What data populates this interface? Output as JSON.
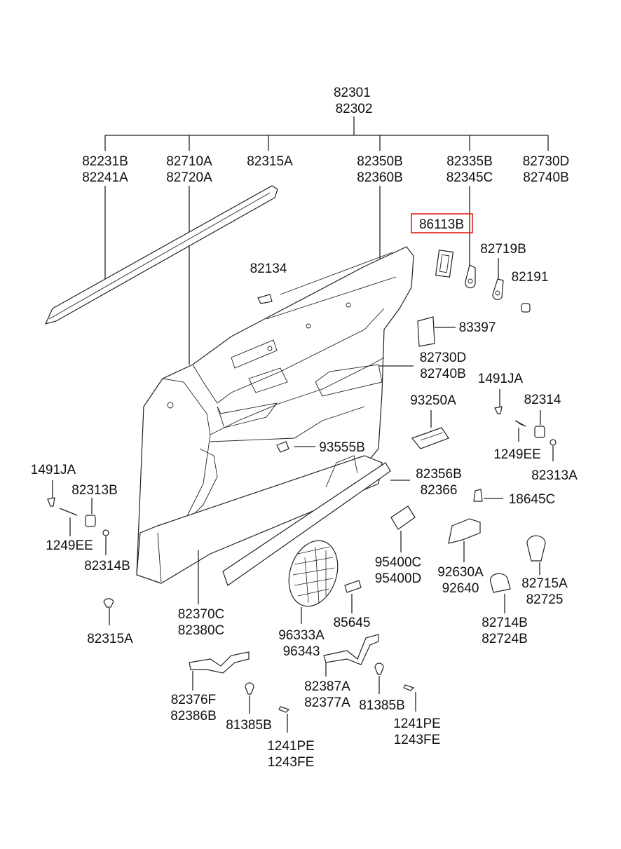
{
  "diagram": {
    "top_assembly": [
      "82301",
      "82302"
    ],
    "labels": {
      "l82231B": [
        "82231B",
        "82241A"
      ],
      "l82710A": [
        "82710A",
        "82720A"
      ],
      "l82315A_top": [
        "82315A"
      ],
      "l82350B": [
        "82350B",
        "82360B"
      ],
      "l82335B": [
        "82335B",
        "82345C"
      ],
      "l82730D_top": [
        "82730D",
        "82740B"
      ],
      "l86113B": [
        "86113B"
      ],
      "l82719B": [
        "82719B"
      ],
      "l82191": [
        "82191"
      ],
      "l82134": [
        "82134"
      ],
      "l83397": [
        "83397"
      ],
      "l82730D_mid": [
        "82730D",
        "82740B"
      ],
      "l1491JA_r": [
        "1491JA"
      ],
      "l82314_r": [
        "82314"
      ],
      "l93250A": [
        "93250A"
      ],
      "l1249EE_r": [
        "1249EE"
      ],
      "l82313A": [
        "82313A"
      ],
      "l93555B": [
        "93555B"
      ],
      "l82356B": [
        "82356B",
        "82366"
      ],
      "l18645C": [
        "18645C"
      ],
      "l1491JA_l": [
        "1491JA"
      ],
      "l82313B": [
        "82313B"
      ],
      "l1249EE_l": [
        "1249EE"
      ],
      "l82314B": [
        "82314B"
      ],
      "l95400C": [
        "95400C",
        "95400D"
      ],
      "l92630A": [
        "92630A",
        "92640"
      ],
      "l82715A": [
        "82715A",
        "82725"
      ],
      "l82370C": [
        "82370C",
        "82380C"
      ],
      "l82315A_bot": [
        "82315A"
      ],
      "l96333A": [
        "96333A",
        "96343"
      ],
      "l85645": [
        "85645"
      ],
      "l82714B": [
        "82714B",
        "82724B"
      ],
      "l82376F": [
        "82376F",
        "82386B"
      ],
      "l82387A": [
        "82387A",
        "82377A"
      ],
      "l81385B_l": [
        "81385B"
      ],
      "l81385B_r": [
        "81385B"
      ],
      "l1241PE_l": [
        "1241PE",
        "1243FE"
      ],
      "l1241PE_r": [
        "1241PE",
        "1243FE"
      ]
    },
    "highlighted_part": "86113B",
    "highlight_color": "#e0201b"
  }
}
